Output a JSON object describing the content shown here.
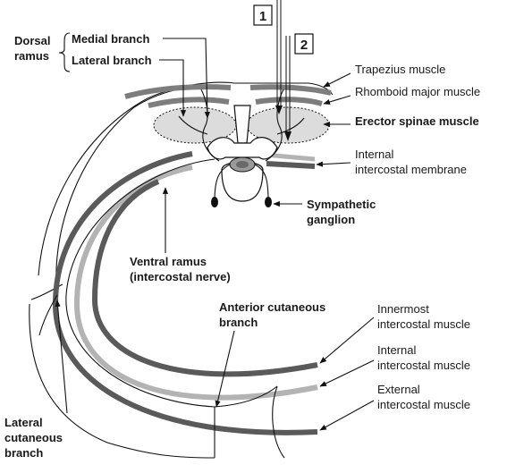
{
  "colors": {
    "dark_band": "#5a5a5a",
    "mid_band": "#7d7d7d",
    "light_band": "#b3b3b3",
    "muscle_fill": "#dcdcdc",
    "outline": "#111111"
  },
  "markers": {
    "needle_1": "1",
    "needle_2": "2"
  },
  "labels": {
    "dorsal_ramus": [
      "Dorsal",
      "ramus"
    ],
    "medial_branch": "Medial branch",
    "lateral_branch": "Lateral branch",
    "trapezius": "Trapezius muscle",
    "rhomboid": "Rhomboid major muscle",
    "erector": "Erector spinae muscle",
    "internal_membrane": [
      "Internal",
      "intercostal membrane"
    ],
    "sympathetic": [
      "Sympathetic",
      "ganglion"
    ],
    "ventral_ramus": [
      "Ventral ramus",
      "(intercostal nerve)"
    ],
    "anterior_cutaneous": [
      "Anterior cutaneous",
      "branch"
    ],
    "innermost": [
      "Innermost",
      "intercostal muscle"
    ],
    "internal_muscle": [
      "Internal",
      "intercostal muscle"
    ],
    "external_muscle": [
      "External",
      "intercostal muscle"
    ],
    "lateral_cutaneous": [
      "Lateral",
      "cutaneous",
      "branch"
    ]
  }
}
